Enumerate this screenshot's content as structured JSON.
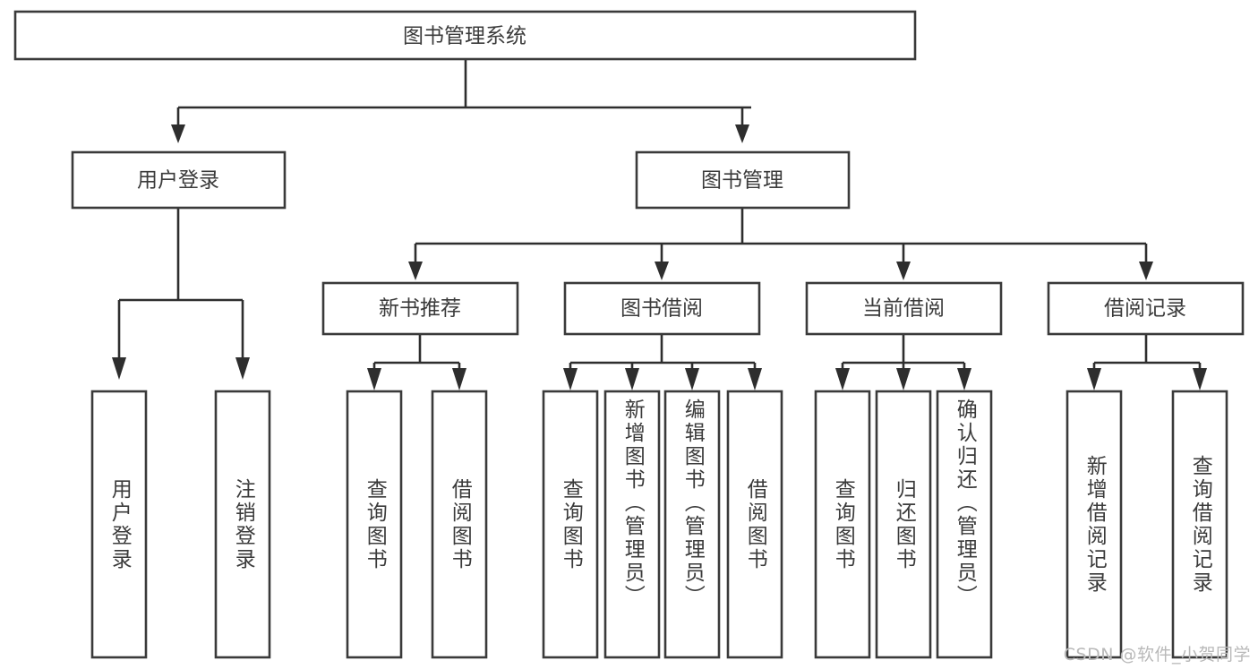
{
  "diagram": {
    "type": "tree-hierarchy-chart",
    "title": "图书管理系统",
    "watermark": "CSDN @软件_小贺同学",
    "colors": {
      "background": "#ffffff",
      "box_fill": "#ffffff",
      "box_stroke": "#3a3a3a",
      "connector": "#2e2e2e",
      "text": "#3b3b3b",
      "watermark": "#b9b9b9"
    },
    "root": {
      "label": "图书管理系统"
    },
    "level2": [
      {
        "id": "user-login",
        "label": "用户登录"
      },
      {
        "id": "book-manage",
        "label": "图书管理"
      }
    ],
    "level3": [
      {
        "id": "new-book-recommend",
        "label": "新书推荐",
        "parent": "book-manage"
      },
      {
        "id": "book-borrow",
        "label": "图书借阅",
        "parent": "book-manage"
      },
      {
        "id": "current-borrow",
        "label": "当前借阅",
        "parent": "book-manage"
      },
      {
        "id": "borrow-record",
        "label": "借阅记录",
        "parent": "book-manage"
      }
    ],
    "leaves": [
      {
        "id": "leaf-user-login",
        "label": "用户登录",
        "parent": "user-login"
      },
      {
        "id": "leaf-user-logout",
        "label": "注销登录",
        "parent": "user-login"
      },
      {
        "id": "leaf-query-book-1",
        "label": "查询图书",
        "parent": "new-book-recommend"
      },
      {
        "id": "leaf-borrow-book-1",
        "label": "借阅图书",
        "parent": "new-book-recommend"
      },
      {
        "id": "leaf-query-book-2",
        "label": "查询图书",
        "parent": "book-borrow"
      },
      {
        "id": "leaf-add-book",
        "label": "新增图书（管理员）",
        "parent": "book-borrow"
      },
      {
        "id": "leaf-edit-book",
        "label": "编辑图书（管理员）",
        "parent": "book-borrow"
      },
      {
        "id": "leaf-borrow-book-2",
        "label": "借阅图书",
        "parent": "book-borrow"
      },
      {
        "id": "leaf-query-book-3",
        "label": "查询图书",
        "parent": "current-borrow"
      },
      {
        "id": "leaf-return-book",
        "label": "归还图书",
        "parent": "current-borrow"
      },
      {
        "id": "leaf-confirm-return",
        "label": "确认归还（管理员）",
        "parent": "current-borrow"
      },
      {
        "id": "leaf-add-record",
        "label": "新增借阅记录",
        "parent": "borrow-record"
      },
      {
        "id": "leaf-query-record",
        "label": "查询借阅记录",
        "parent": "borrow-record"
      }
    ]
  }
}
